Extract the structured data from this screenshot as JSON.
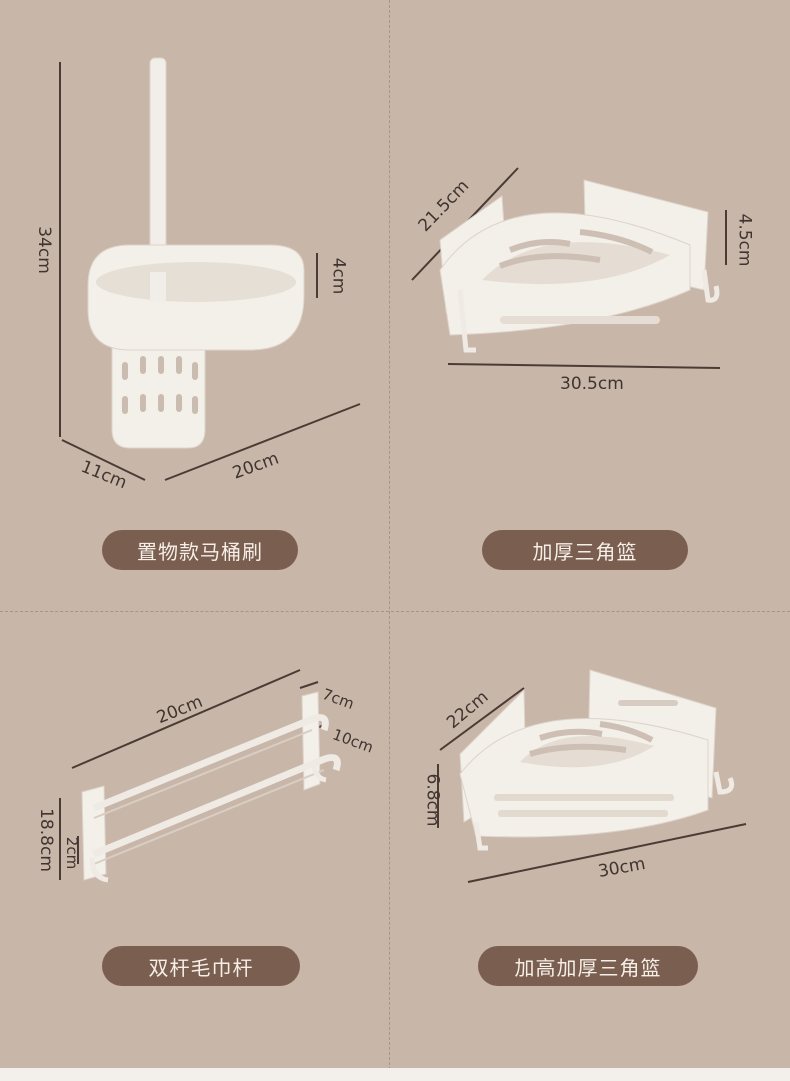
{
  "products": [
    {
      "title": "置物款马桶刷",
      "icon": "toilet-brush-icon",
      "dimensions": {
        "height": "34cm",
        "depth": "4cm",
        "width_a": "11cm",
        "width_b": "20cm"
      }
    },
    {
      "title": "加厚三角篮",
      "icon": "corner-basket-icon",
      "dimensions": {
        "side": "21.5cm",
        "height": "4.5cm",
        "width": "30.5cm"
      }
    },
    {
      "title": "双杆毛巾杆",
      "icon": "double-towel-bar-icon",
      "dimensions": {
        "length": "20cm",
        "depth_top": "7cm",
        "depth_bottom": "10cm",
        "height": "18.8cm",
        "gap": "2cm"
      }
    },
    {
      "title": "加高加厚三角篮",
      "icon": "tall-corner-basket-icon",
      "dimensions": {
        "side": "22cm",
        "height": "6.8cm",
        "width": "30cm"
      }
    }
  ],
  "colors": {
    "background": "#c8b6a8",
    "pill": "#7a5e4f",
    "pill_text": "#f6efe8",
    "product": "#f3efe9",
    "dim_line": "#4a3c35"
  }
}
